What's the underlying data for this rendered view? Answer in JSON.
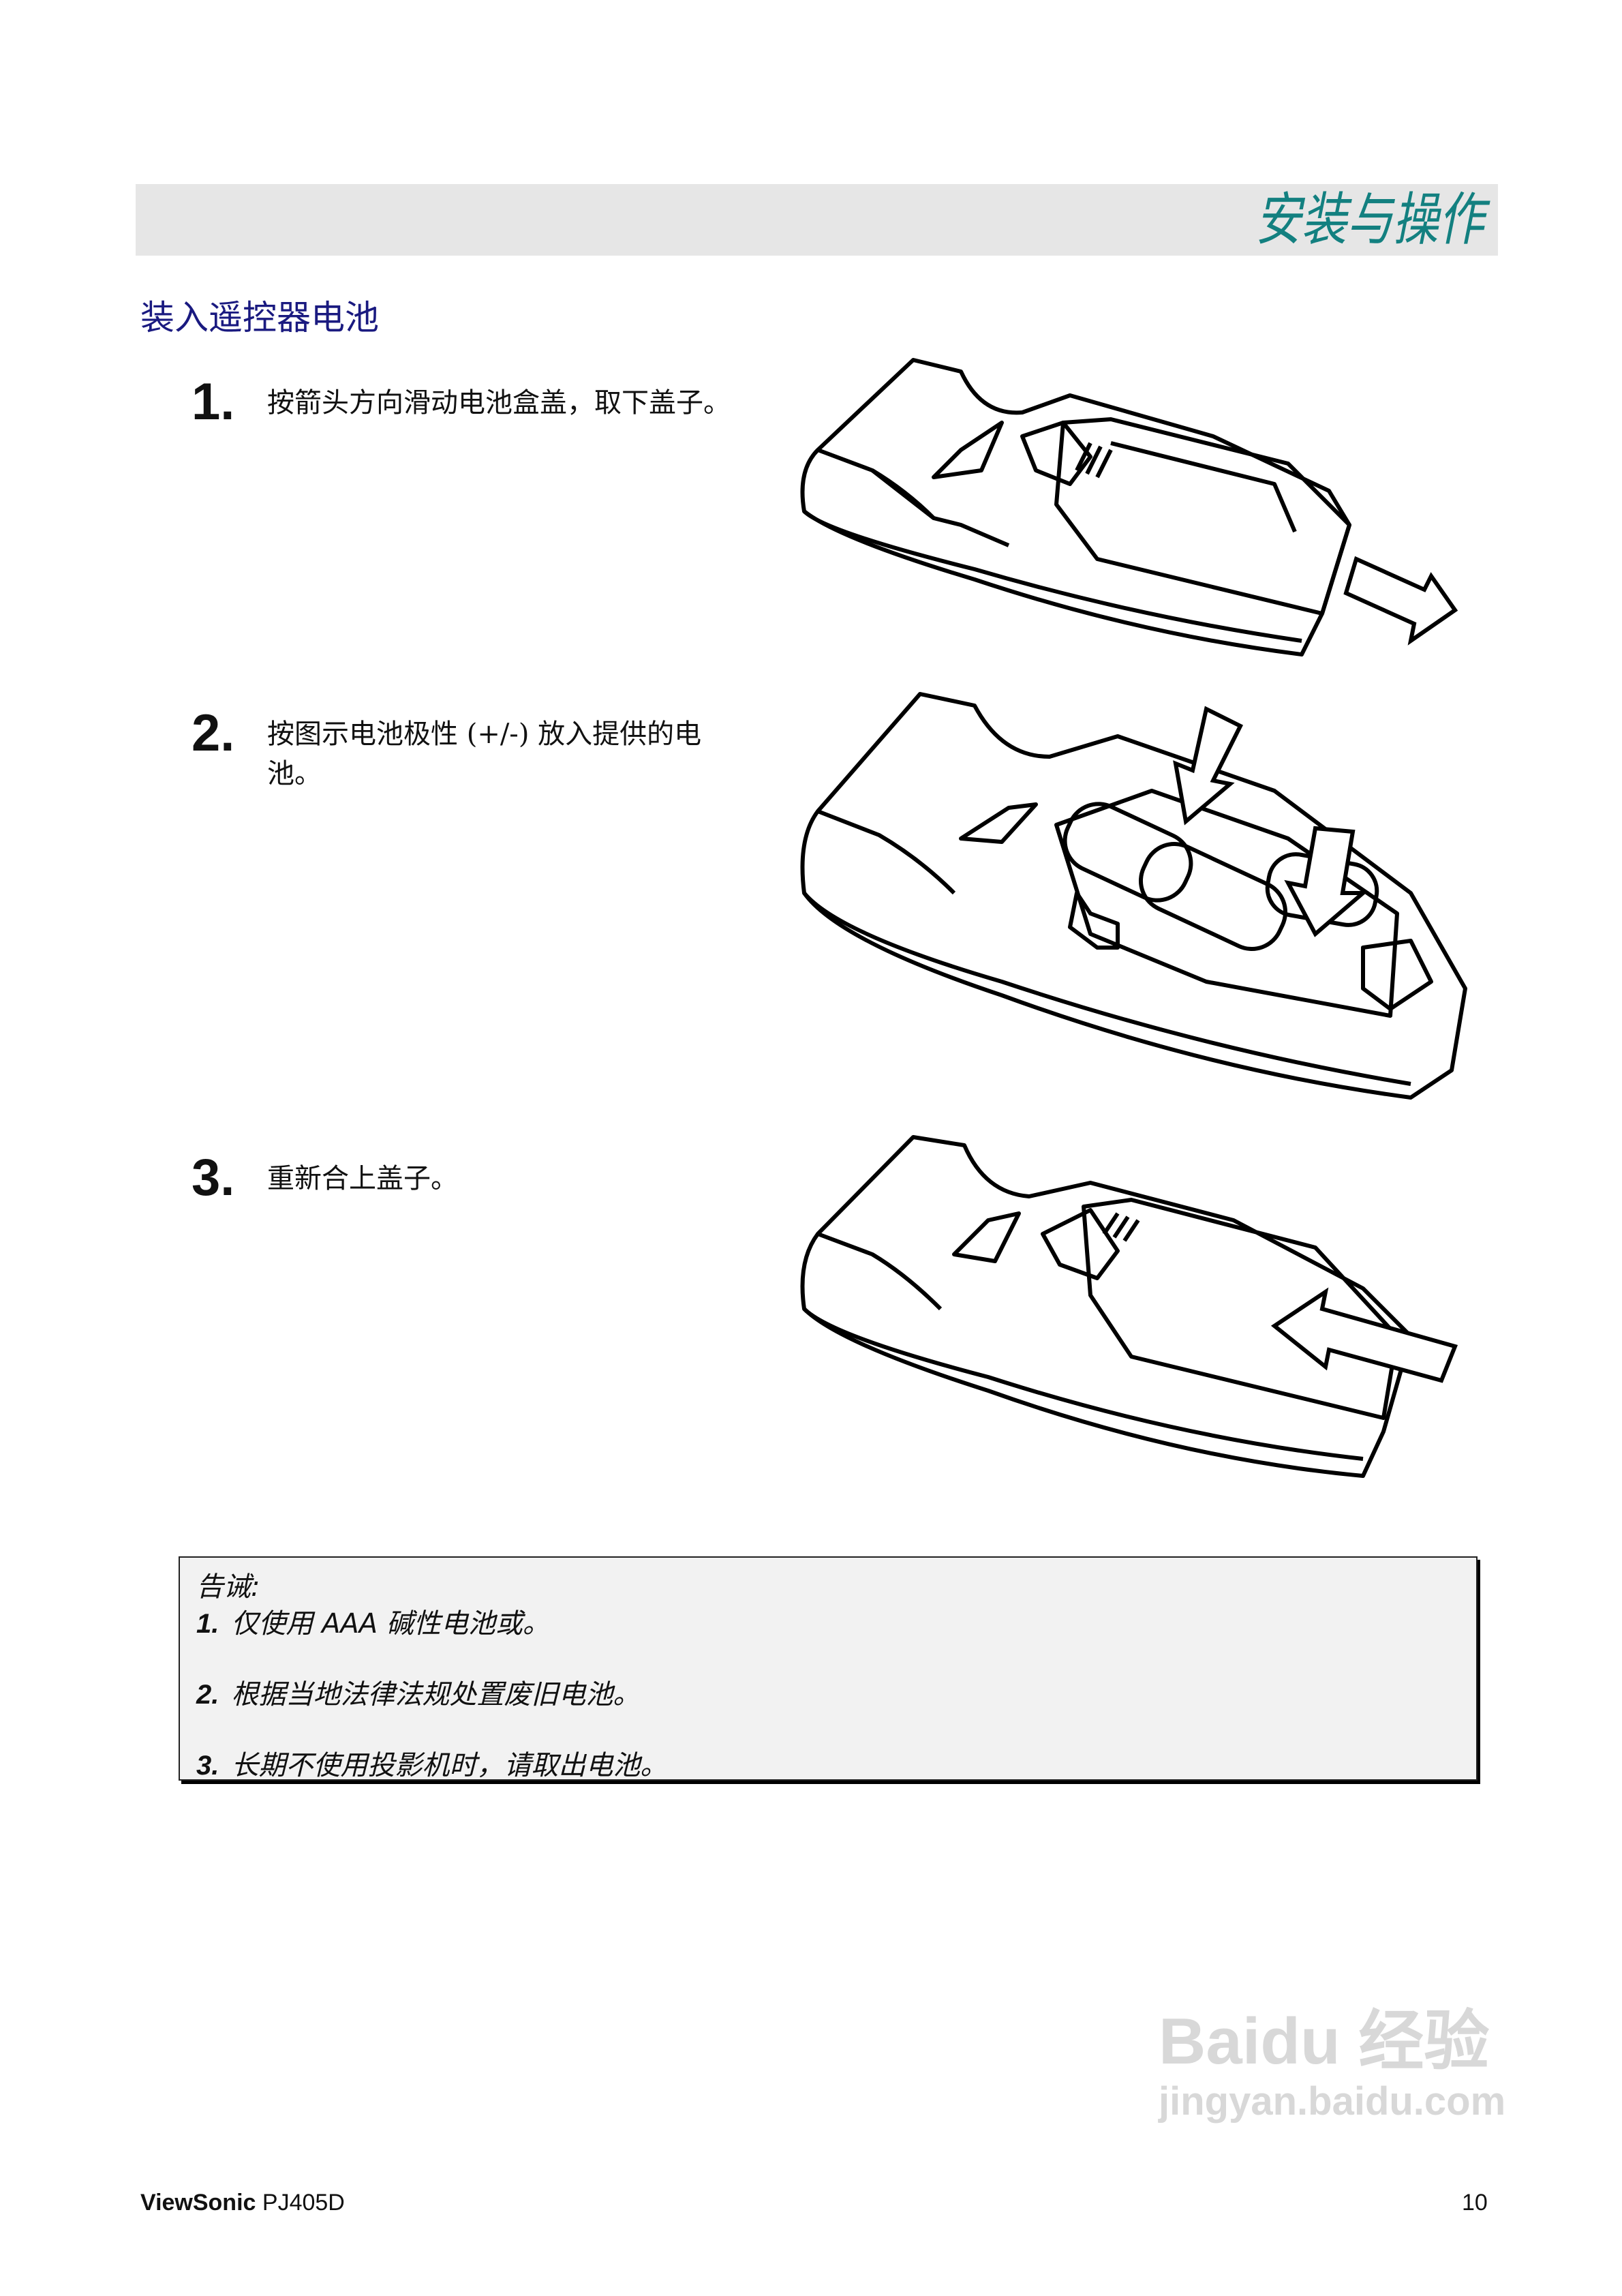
{
  "header": {
    "title": "安装与操作"
  },
  "section": {
    "title": "装入遥控器电池"
  },
  "steps": [
    {
      "number": "1.",
      "text": "按箭头方向滑动电池盒盖，取下盖子。"
    },
    {
      "number": "2.",
      "text_line1": "按图示电池极性 (+/-) 放入提供的电",
      "text_line2": "池。"
    },
    {
      "number": "3.",
      "text": "重新合上盖子。"
    }
  ],
  "warning": {
    "title": "告诫:",
    "items": [
      {
        "number": "1.",
        "text": "仅使用 AAA 碱性电池或。"
      },
      {
        "number": "2.",
        "text": "根据当地法律法规处置废旧电池。"
      },
      {
        "number": "3.",
        "text": "长期不使用投影机时，请取出电池。"
      }
    ]
  },
  "footer": {
    "brand": "ViewSonic",
    "model": "PJ405D",
    "page": "10"
  },
  "watermark": {
    "line1": "Baidu 经验",
    "line2": "jingyan.baidu.com"
  },
  "colors": {
    "header_title": "#138080",
    "section_title": "#1a1a80",
    "header_band": "#e6e6e6",
    "warning_bg": "#f2f2f2"
  }
}
